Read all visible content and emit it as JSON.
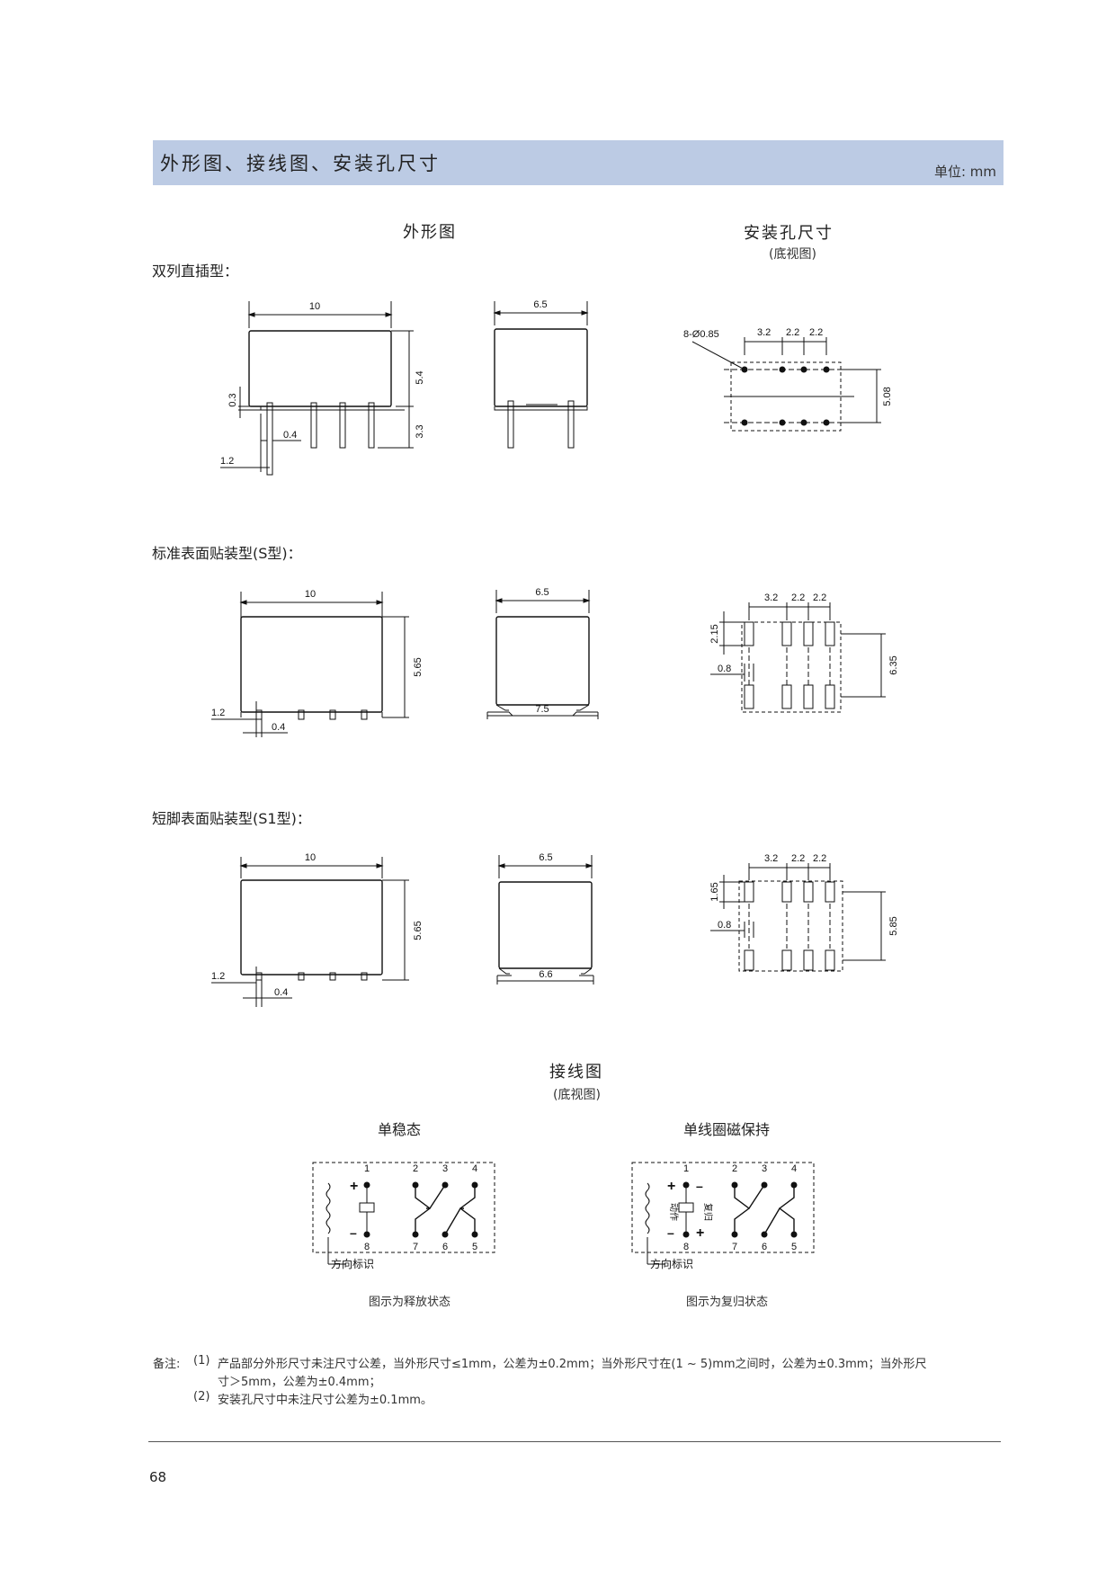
{
  "header": {
    "title": "外形图、接线图、安装孔尺寸",
    "unit": "单位: mm"
  },
  "outline": {
    "title": "外形图"
  },
  "mount": {
    "title": "安装孔尺寸",
    "subtitle": "(底视图)"
  },
  "types": {
    "dip": "双列直插型：",
    "smt_s": "标准表面贴装型(S型)：",
    "smt_s1": "短脚表面贴装型(S1型)："
  },
  "dims": {
    "dip": {
      "length": "10",
      "height": "5.4",
      "standoff": "0.3",
      "pin_len": "3.3",
      "pin_w": "0.4",
      "pin_off": "1.2",
      "width": "6.5",
      "holes": "8-Ø0.85",
      "p1": "3.2",
      "p2": "2.2",
      "p3": "2.2",
      "row": "5.08"
    },
    "s": {
      "length": "10",
      "height": "5.65",
      "pin_off": "1.2",
      "pin_w": "0.4",
      "width": "6.5",
      "foot": "7.5",
      "p1": "3.2",
      "p2": "2.2",
      "p3": "2.2",
      "pad_h": "2.15",
      "pad_w": "0.8",
      "row": "6.35"
    },
    "s1": {
      "length": "10",
      "height": "5.65",
      "pin_off": "1.2",
      "pin_w": "0.4",
      "width": "6.5",
      "foot": "6.6",
      "p1": "3.2",
      "p2": "2.2",
      "p3": "2.2",
      "pad_h": "1.65",
      "pad_w": "0.8",
      "row": "5.85"
    }
  },
  "wiring": {
    "title": "接线图",
    "subtitle": "(底视图)",
    "single": {
      "title": "单稳态",
      "caption": "图示为释放状态",
      "mark": "方向标识"
    },
    "latch": {
      "title": "单线圈磁保持",
      "caption": "图示为复归状态",
      "mark": "方向标识",
      "set": "动作",
      "reset": "复归"
    },
    "pins_top": [
      "1",
      "2",
      "3",
      "4"
    ],
    "pins_bottom": [
      "8",
      "7",
      "6",
      "5"
    ],
    "plus": "+",
    "minus": "–"
  },
  "notes": {
    "label": "备注:",
    "n1_num": "(1)",
    "n1_a": "产品部分外形尺寸未注尺寸公差，当外形尺寸≤1mm，公差为±0.2mm；当外形尺寸在(1 ~ 5)mm之间时，公差为±0.3mm；当外形尺",
    "n1_b": "寸＞5mm，公差为±0.4mm；",
    "n2_num": "(2)",
    "n2": "安装孔尺寸中未注尺寸公差为±0.1mm。"
  },
  "page_number": "68"
}
